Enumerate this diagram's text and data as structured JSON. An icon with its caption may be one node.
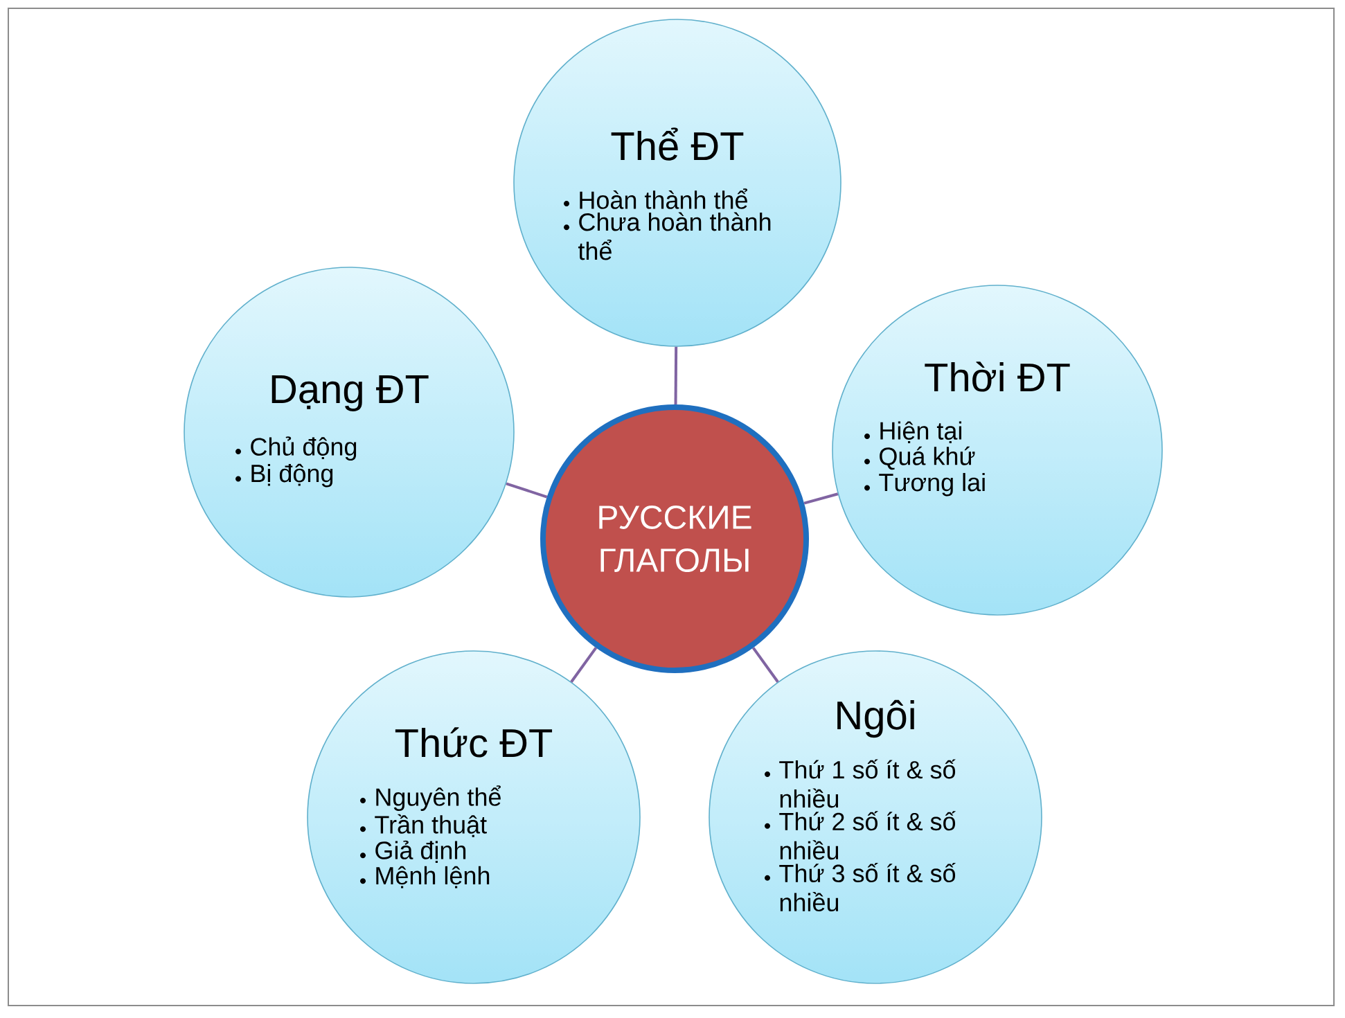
{
  "diagram": {
    "nodes": [
      {
        "text": [
          "РУССКИЕ ГЛАГОЛЫ"
        ]
      },
      {
        "text": [
          "Thể ĐT",
          "Hoàn thành thể",
          "Chưa hoàn thành thể"
        ]
      },
      {
        "text": [
          "Thời ĐT",
          "Hiện tại",
          "Quá khứ",
          "Tương lai"
        ]
      },
      {
        "text": [
          "Ngôi",
          "Thứ 1 số ít & số nhiều",
          "Thứ 2 số ít & số nhiều",
          "Thứ 3 số ít & số nhiều"
        ]
      },
      {
        "text": [
          "Thức ĐT",
          "Nguyên thể",
          "Trần thuật",
          "Giả định",
          "Mệnh lệnh"
        ]
      },
      {
        "text": [
          "Dạng ĐT",
          "Chủ động",
          "Bị động"
        ]
      }
    ],
    "edges": [
      {
        "from": 0,
        "to": 1,
        "arrow": "none"
      },
      {
        "from": 0,
        "to": 2,
        "arrow": "none"
      },
      {
        "from": 0,
        "to": 3,
        "arrow": "none"
      },
      {
        "from": 0,
        "to": 4,
        "arrow": "none"
      },
      {
        "from": 0,
        "to": 5,
        "arrow": "none"
      }
    ]
  }
}
